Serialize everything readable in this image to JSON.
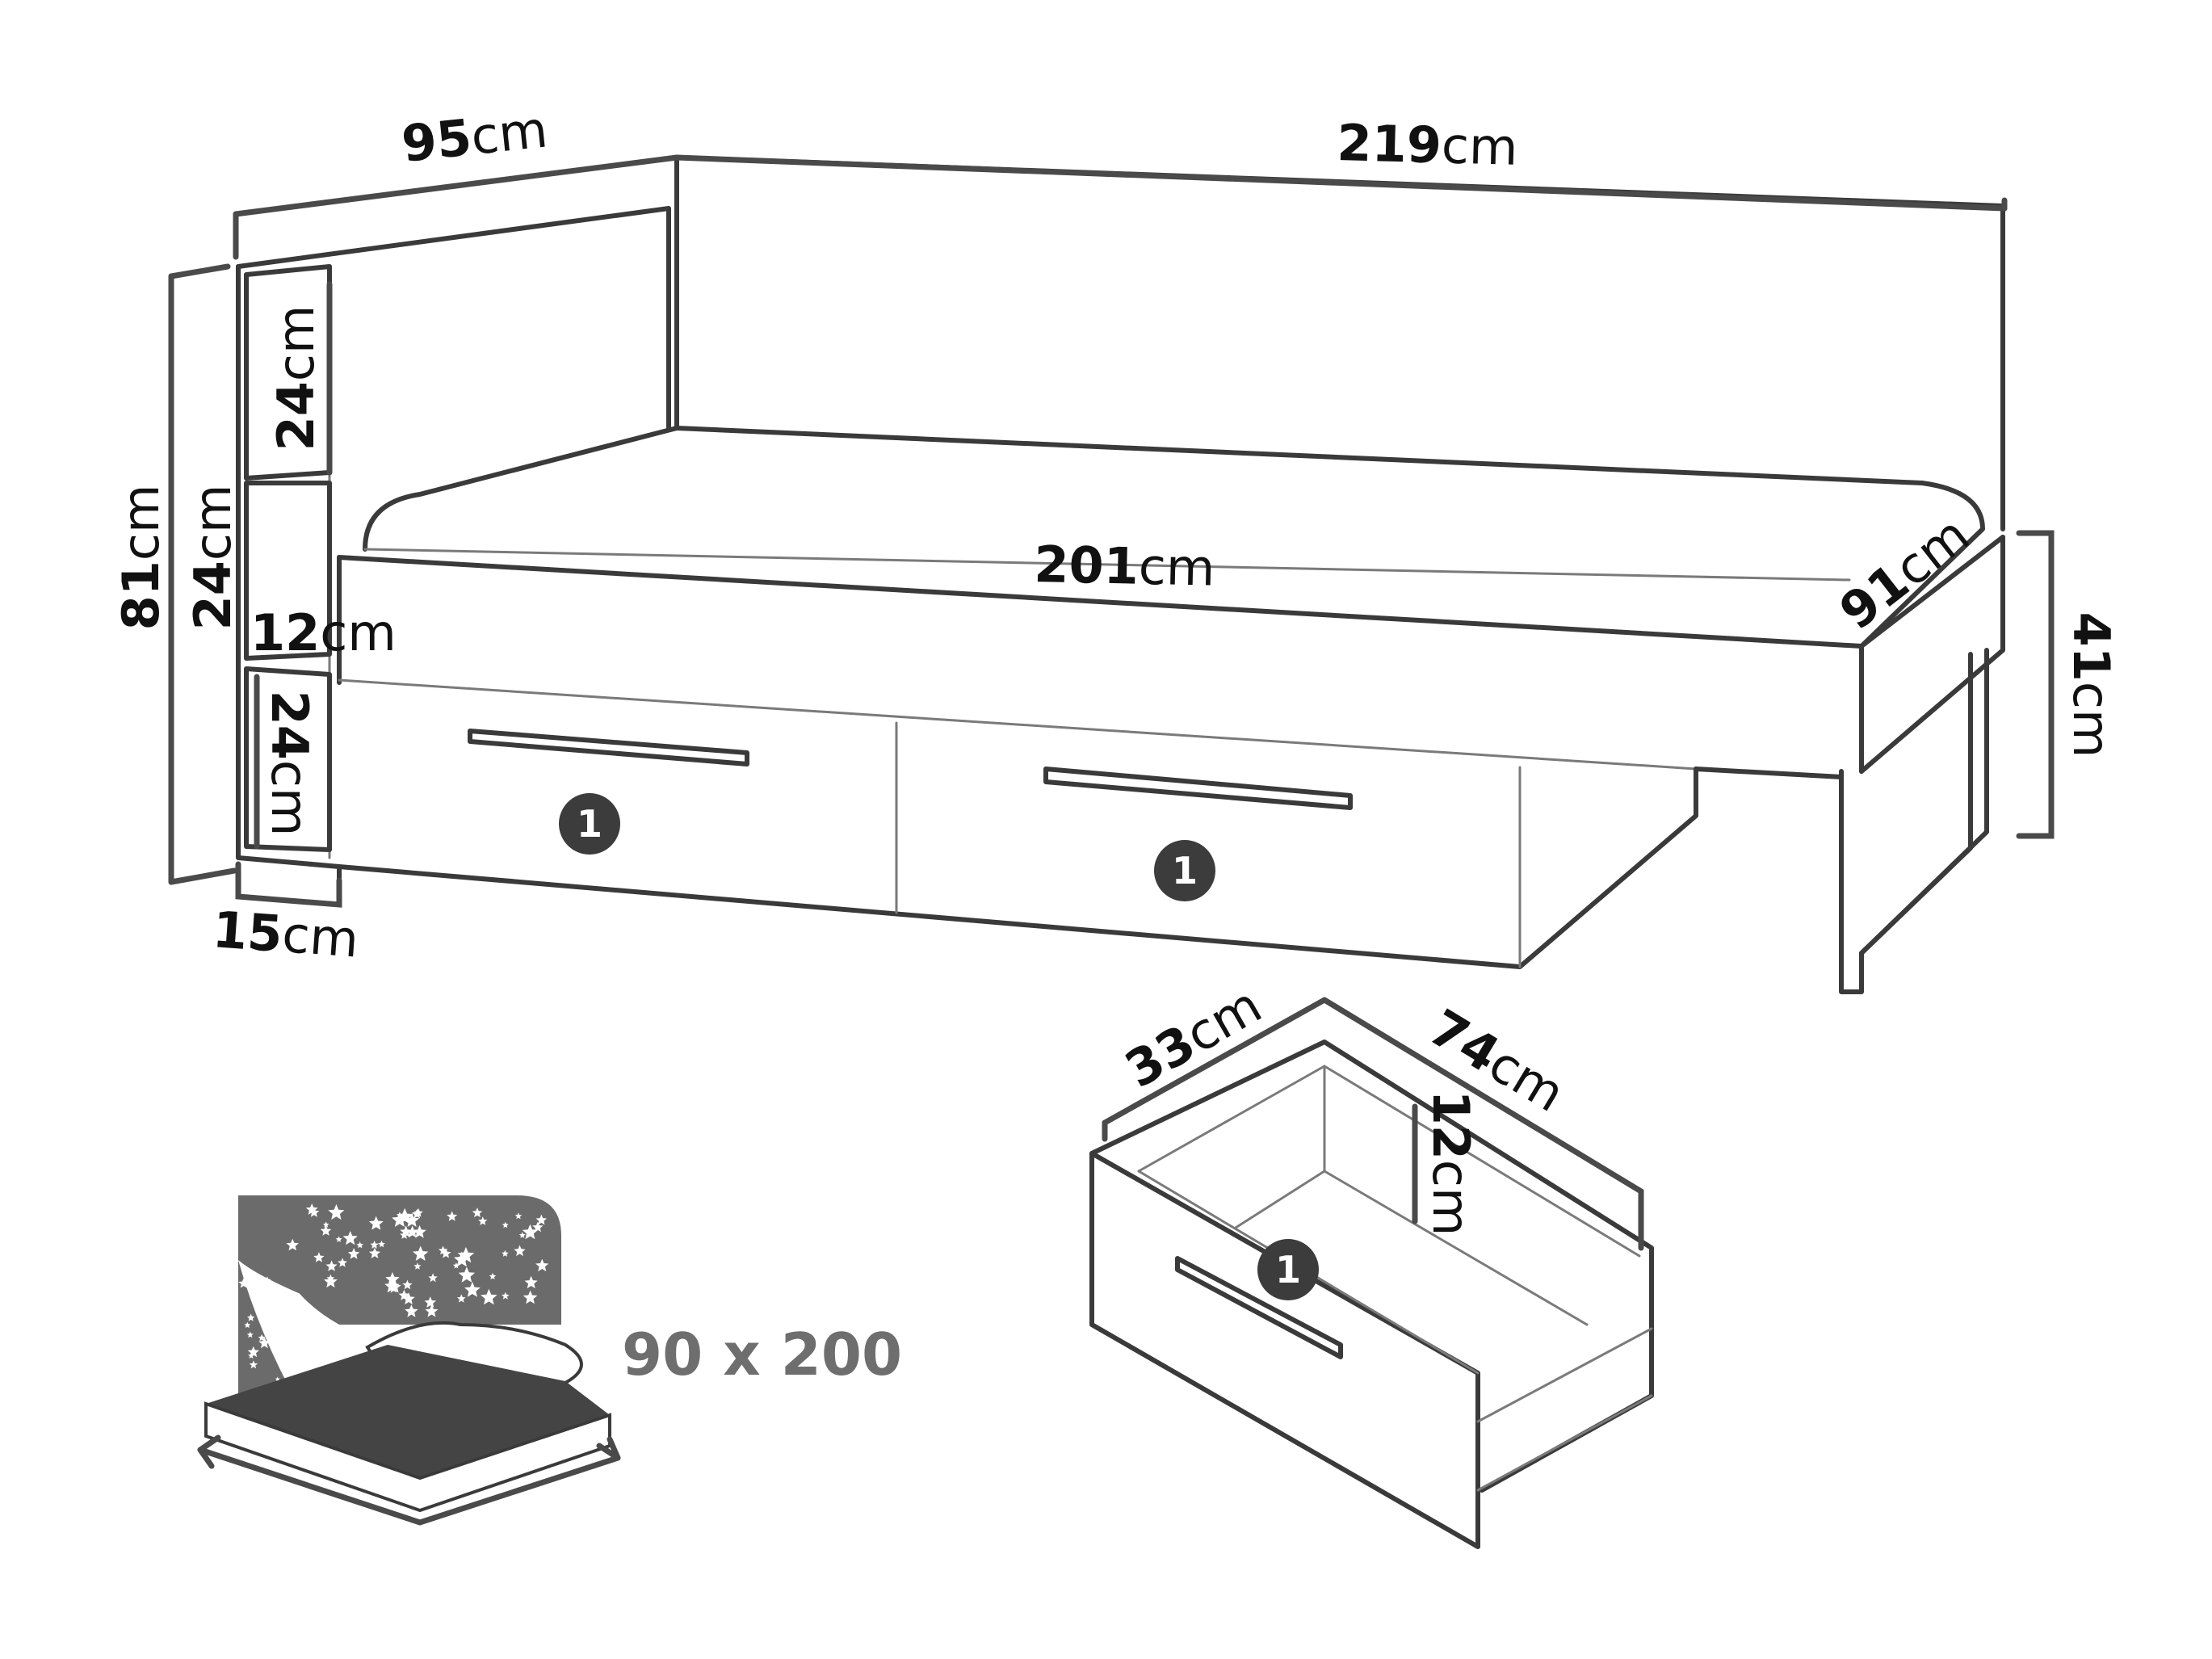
{
  "dimensions": {
    "bed_depth": {
      "value": "95",
      "unit": "cm"
    },
    "bed_length": {
      "value": "219",
      "unit": "cm"
    },
    "bed_height": {
      "value": "81",
      "unit": "cm"
    },
    "shelf_upper": {
      "value": "24",
      "unit": "cm"
    },
    "shelf_side": {
      "value": "24",
      "unit": "cm"
    },
    "shelf_gap": {
      "value": "12",
      "unit": "cm"
    },
    "shelf_lower": {
      "value": "24",
      "unit": "cm"
    },
    "shelf_width": {
      "value": "15",
      "unit": "cm"
    },
    "mattress_length": {
      "value": "201",
      "unit": "cm"
    },
    "mattress_width": {
      "value": "91",
      "unit": "cm"
    },
    "seat_height": {
      "value": "41",
      "unit": "cm"
    },
    "drawer_width": {
      "value": "33",
      "unit": "cm"
    },
    "drawer_length": {
      "value": "74",
      "unit": "cm"
    },
    "drawer_height": {
      "value": "12",
      "unit": "cm"
    }
  },
  "badges": [
    "1",
    "1",
    "1"
  ],
  "mattress_size": "90 x 200",
  "colors": {
    "line": "#3a3a3a",
    "badge": "#3c3c3c",
    "mattress_panel": "#6b6b6b",
    "size_text": "#6e6e6e"
  },
  "icons": [
    "drawer-number-badge",
    "mattress-size-icon",
    "star-icon"
  ]
}
